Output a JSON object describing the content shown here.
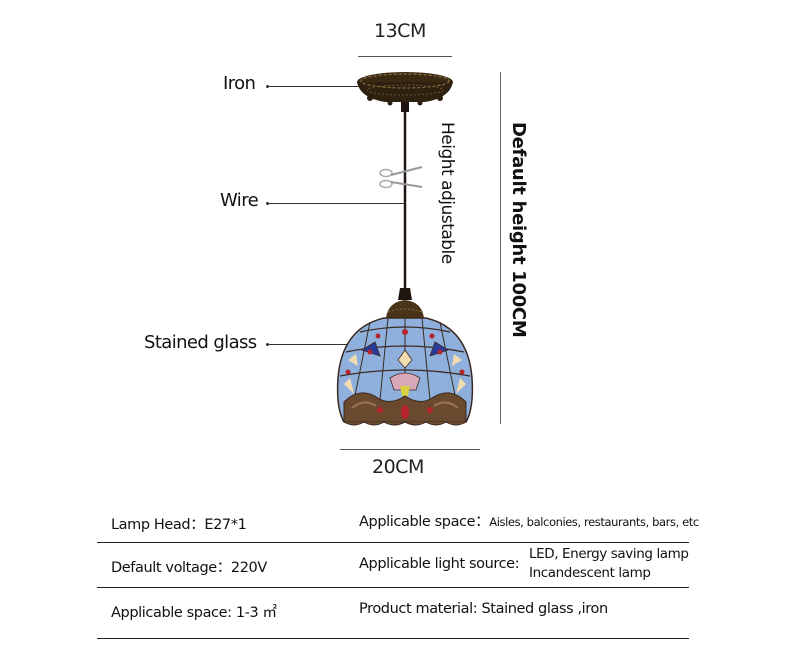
{
  "diagram": {
    "dimensions": {
      "canopy_width": "13CM",
      "shade_width": "20CM",
      "default_height": "Default height 100CM",
      "height_note": "Height adjustable"
    },
    "callouts": [
      {
        "label": "Iron",
        "icon": "canopy-icon"
      },
      {
        "label": "Wire",
        "icon": "wire-icon"
      },
      {
        "label": "Stained glass",
        "icon": "lampshade-icon"
      }
    ],
    "icons": {
      "scissors": "scissors-icon"
    },
    "colors": {
      "canopy": "#3a2a14",
      "wire": "#1e1410",
      "glass_blue": "#8fb0dc",
      "glass_dark_blue": "#2a3a9a",
      "glass_red": "#b8242c",
      "glass_cream": "#f1dcb0",
      "lead_brown": "#5a3a22"
    }
  },
  "specs": {
    "rows": [
      {
        "left_label": "Lamp Head：",
        "left_value": "E27*1",
        "right_label": "Applicable space：",
        "right_value": "Aisles, balconies, restaurants, bars, etc"
      },
      {
        "left_label": "Default voltage：",
        "left_value": "220V",
        "right_label": "Applicable light source:",
        "right_value_line1": "LED, Energy saving lamp",
        "right_value_line2": "Incandescent lamp"
      },
      {
        "left_label": "Applicable space:",
        "left_value": "1-3 ㎡",
        "right_label": "Product material:",
        "right_value": "Stained glass ,iron"
      }
    ]
  }
}
